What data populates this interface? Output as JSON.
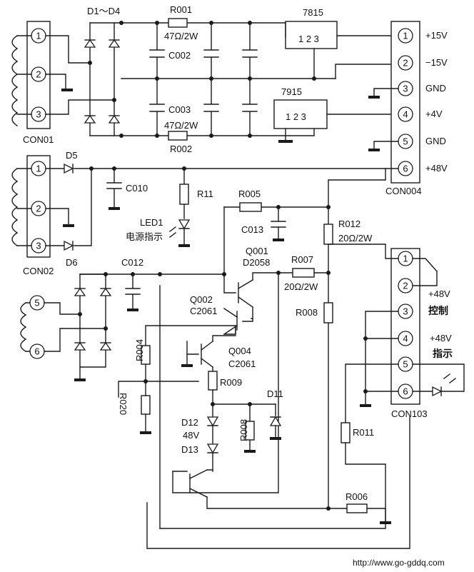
{
  "labels": {
    "d1_d4": "D1～D4",
    "r001": "R001",
    "r001_value": "47Ω/2W",
    "c002": "C002",
    "c003": "C003",
    "r002_value": "47Ω/2W",
    "r002": "R002",
    "reg_7815": "7815",
    "reg_7915": "7915",
    "reg_pins": "1 2 3",
    "con01": "CON01",
    "con02": "CON02",
    "con004": "CON004",
    "con103": "CON103",
    "d5": "D5",
    "d6": "D6",
    "c010": "C010",
    "r11": "R11",
    "led1": "LED1",
    "power_indicator": "电源指示",
    "r005": "R005",
    "c013": "C013",
    "r012": "R012",
    "r012_value": "20Ω/2W",
    "q001": "Q001",
    "d2058": "D2058",
    "r007": "R007",
    "r007_value": "20Ω/2W",
    "c012": "C012",
    "q002": "Q002",
    "c2061_a": "C2061",
    "r008_a": "R008",
    "r004": "R004",
    "q004": "Q004",
    "c2061_b": "C2061",
    "r009": "R009",
    "d11": "D11",
    "r020": "R020",
    "d12": "D12",
    "d12_value": "48V",
    "d13": "D13",
    "r008_b": "R008",
    "r011": "R011",
    "r006": "R006",
    "out_p15": "+15V",
    "out_m15": "−15V",
    "out_gnd1": "GND",
    "out_p4": "+4V",
    "out_gnd2": "GND",
    "out_p48": "+48V",
    "ctl_p48": "+48V",
    "ctl_word": "控制",
    "ind_p48": "+48V",
    "ind_word": "指示",
    "website": "http://www.go-gddq.com"
  },
  "pins": {
    "n1": "1",
    "n2": "2",
    "n3": "3",
    "n4": "4",
    "n5": "5",
    "n6": "6"
  }
}
